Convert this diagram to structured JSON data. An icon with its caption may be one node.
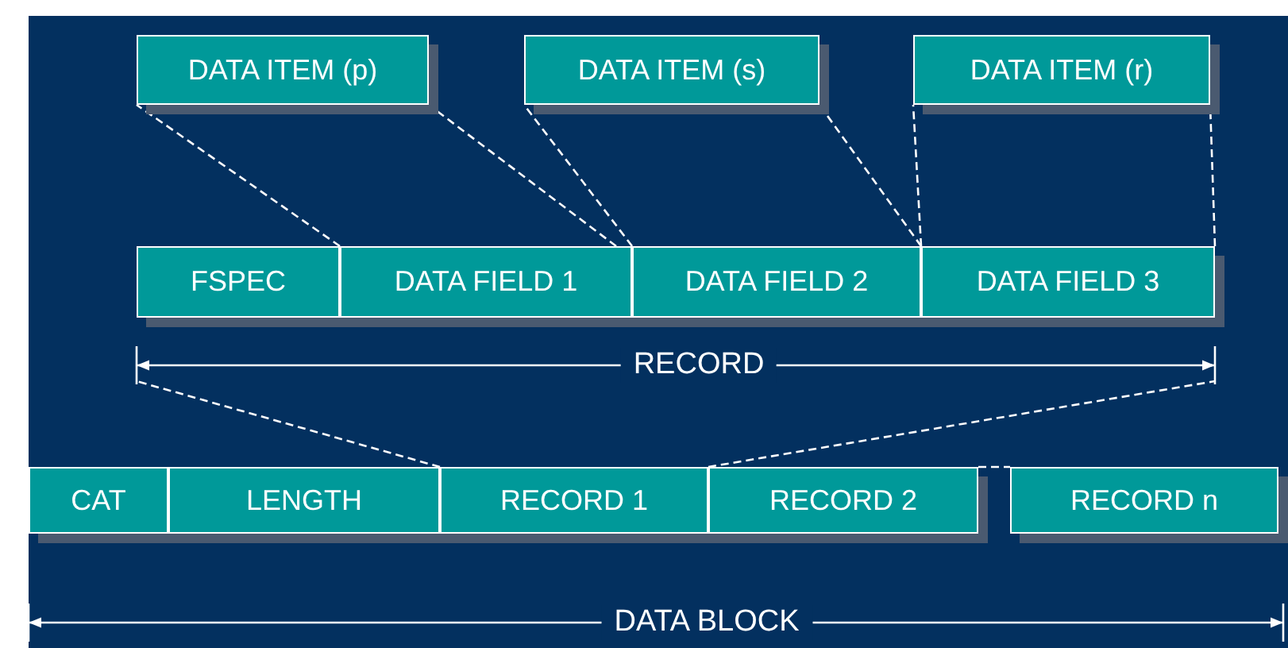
{
  "diagram": {
    "nodes": [
      {
        "text": [
          "DATA ITEM (p)"
        ]
      },
      {
        "text": [
          "DATA ITEM (s)"
        ]
      },
      {
        "text": [
          "DATA ITEM (r)"
        ]
      },
      {
        "text": [
          "FSPEC"
        ]
      },
      {
        "text": [
          "DATA FIELD 1"
        ]
      },
      {
        "text": [
          "DATA FIELD 2"
        ]
      },
      {
        "text": [
          "DATA FIELD 3"
        ]
      },
      {
        "text": [
          "CAT"
        ]
      },
      {
        "text": [
          "LENGTH"
        ]
      },
      {
        "text": [
          "RECORD 1"
        ]
      },
      {
        "text": [
          "RECORD 2"
        ]
      },
      {
        "text": [
          "RECORD n"
        ]
      }
    ],
    "edges": [
      {
        "from": 4,
        "to": 0,
        "arrow": "none",
        "style": "dashed"
      },
      {
        "from": 4,
        "to": 0,
        "arrow": "none",
        "style": "dashed"
      },
      {
        "from": 5,
        "to": 1,
        "arrow": "none",
        "style": "dashed"
      },
      {
        "from": 5,
        "to": 1,
        "arrow": "none",
        "style": "dashed"
      },
      {
        "from": 6,
        "to": 2,
        "arrow": "none",
        "style": "dashed"
      },
      {
        "from": 6,
        "to": 2,
        "arrow": "none",
        "style": "dashed"
      },
      {
        "from": 9,
        "to": null,
        "arrow": "none",
        "style": "dashed"
      },
      {
        "from": 9,
        "to": null,
        "arrow": "none",
        "style": "dashed"
      },
      {
        "from": 10,
        "to": 11,
        "arrow": "none",
        "style": "dashed"
      }
    ],
    "labels": [
      "RECORD",
      "DATA BLOCK"
    ]
  }
}
